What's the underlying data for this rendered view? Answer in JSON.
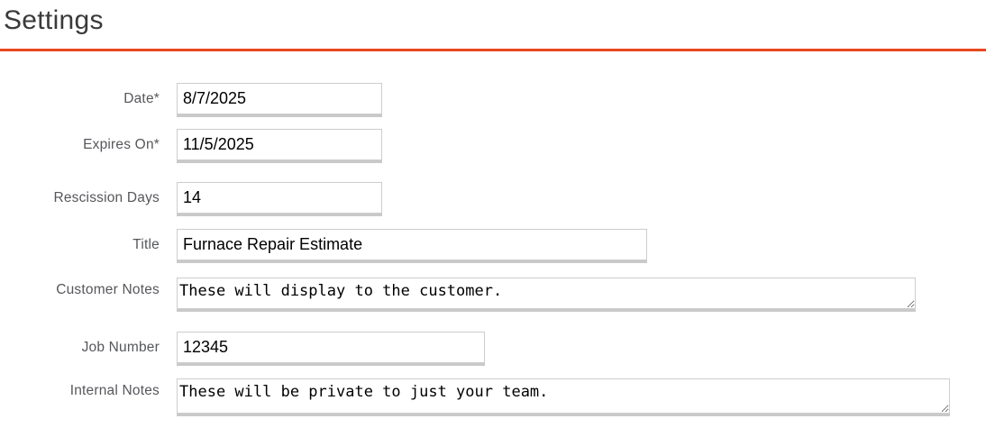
{
  "page": {
    "title": "Settings"
  },
  "theme": {
    "accent_color": "#E8481E",
    "label_color": "#56575B"
  },
  "form": {
    "date": {
      "label": "Date*",
      "value": "8/7/2025"
    },
    "expires_on": {
      "label": "Expires On*",
      "value": "11/5/2025"
    },
    "rescission_days": {
      "label": "Rescission Days",
      "value": "14"
    },
    "title": {
      "label": "Title",
      "value": "Furnace Repair Estimate"
    },
    "customer_notes": {
      "label": "Customer Notes",
      "value": "These will display to the customer."
    },
    "job_number": {
      "label": "Job Number",
      "value": "12345"
    },
    "internal_notes": {
      "label": "Internal Notes",
      "value": "These will be private to just your team."
    }
  }
}
